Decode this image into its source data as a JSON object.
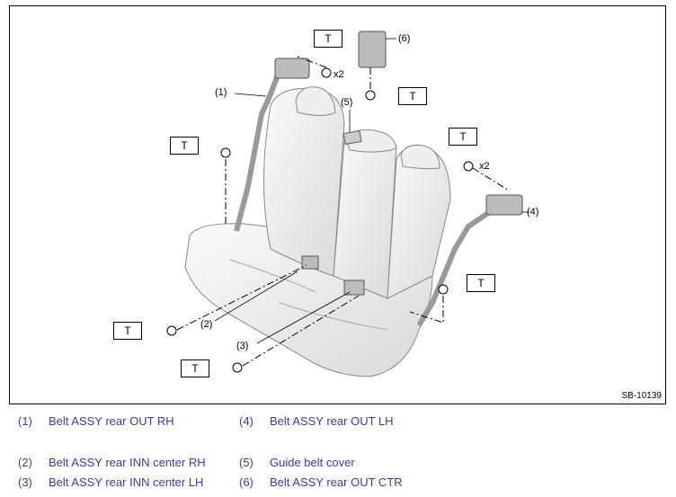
{
  "figure": {
    "id": "SB-10139",
    "torque_label": "T",
    "qty_label": "x2",
    "callouts": [
      "(1)",
      "(2)",
      "(3)",
      "(4)",
      "(5)",
      "(6)"
    ]
  },
  "legend": [
    {
      "num": "(1)",
      "text": "Belt ASSY rear OUT RH"
    },
    {
      "num": "(4)",
      "text": "Belt ASSY rear OUT LH"
    },
    {
      "num": "(2)",
      "text": "Belt ASSY rear INN center RH"
    },
    {
      "num": "(5)",
      "text": "Guide belt cover"
    },
    {
      "num": "(3)",
      "text": "Belt ASSY rear INN center LH"
    },
    {
      "num": "(6)",
      "text": "Belt ASSY rear OUT CTR"
    }
  ],
  "colors": {
    "legend_text": "#3b3ba6",
    "outline": "#000000",
    "seat_fill": "#f2f2f2"
  }
}
